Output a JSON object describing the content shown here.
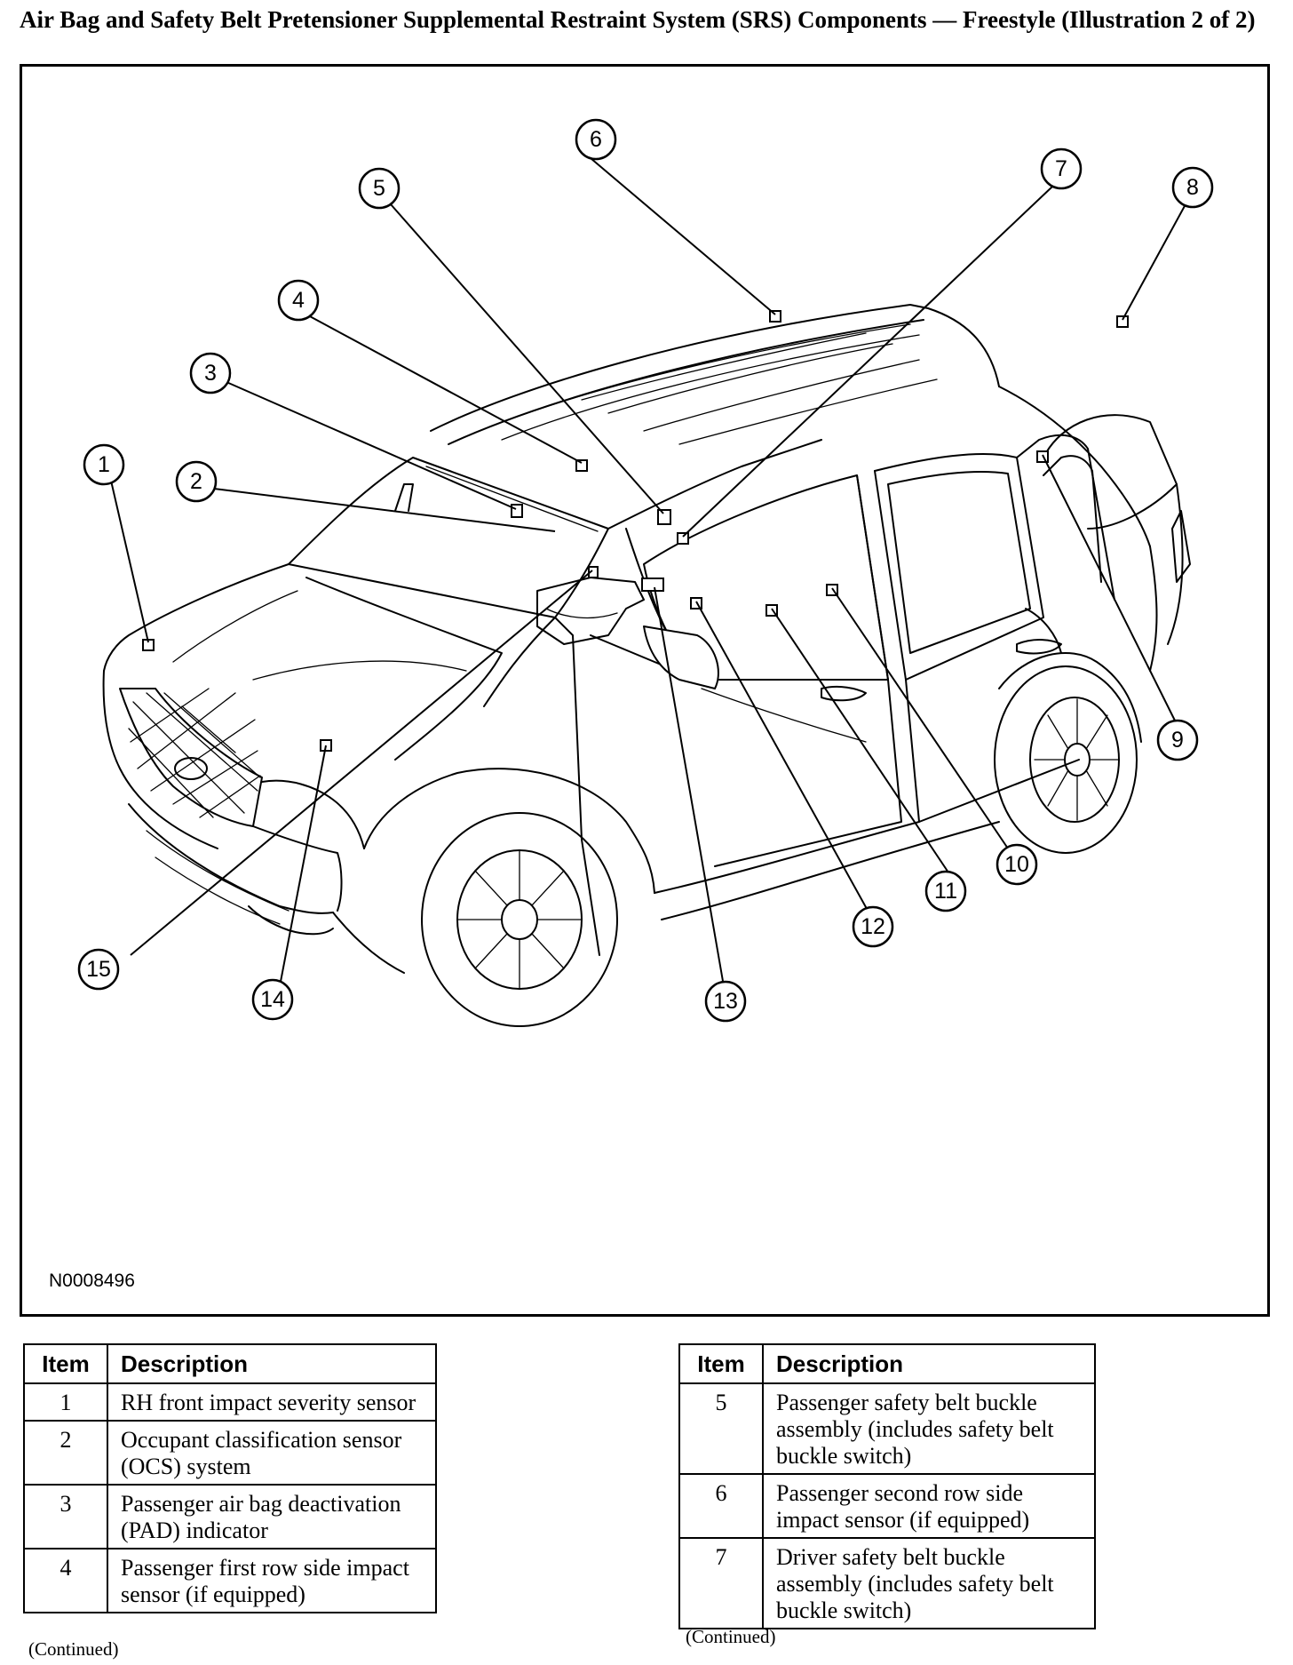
{
  "title": "Air Bag and Safety Belt Pretensioner Supplemental Restraint System (SRS) Components — Freestyle (Illustration 2 of 2)",
  "figure_id": "N0008496",
  "callouts": [
    "1",
    "2",
    "3",
    "4",
    "5",
    "6",
    "7",
    "8",
    "9",
    "10",
    "11",
    "12",
    "13",
    "14",
    "15"
  ],
  "tables": {
    "left": {
      "header_item": "Item",
      "header_description": "Description",
      "rows": [
        {
          "item": "1",
          "description": "RH front impact severity sensor"
        },
        {
          "item": "2",
          "description": "Occupant classification sensor (OCS) system"
        },
        {
          "item": "3",
          "description": "Passenger air bag deactivation (PAD) indicator"
        },
        {
          "item": "4",
          "description": "Passenger first row side impact sensor (if equipped)"
        }
      ],
      "continued": "(Continued)"
    },
    "right": {
      "header_item": "Item",
      "header_description": "Description",
      "rows": [
        {
          "item": "5",
          "description": "Passenger safety belt buckle assembly (includes safety belt buckle switch)"
        },
        {
          "item": "6",
          "description": "Passenger second row side impact sensor (if equipped)"
        },
        {
          "item": "7",
          "description": "Driver safety belt buckle assembly (includes safety belt buckle switch)"
        }
      ],
      "continued": "(Continued)"
    }
  }
}
